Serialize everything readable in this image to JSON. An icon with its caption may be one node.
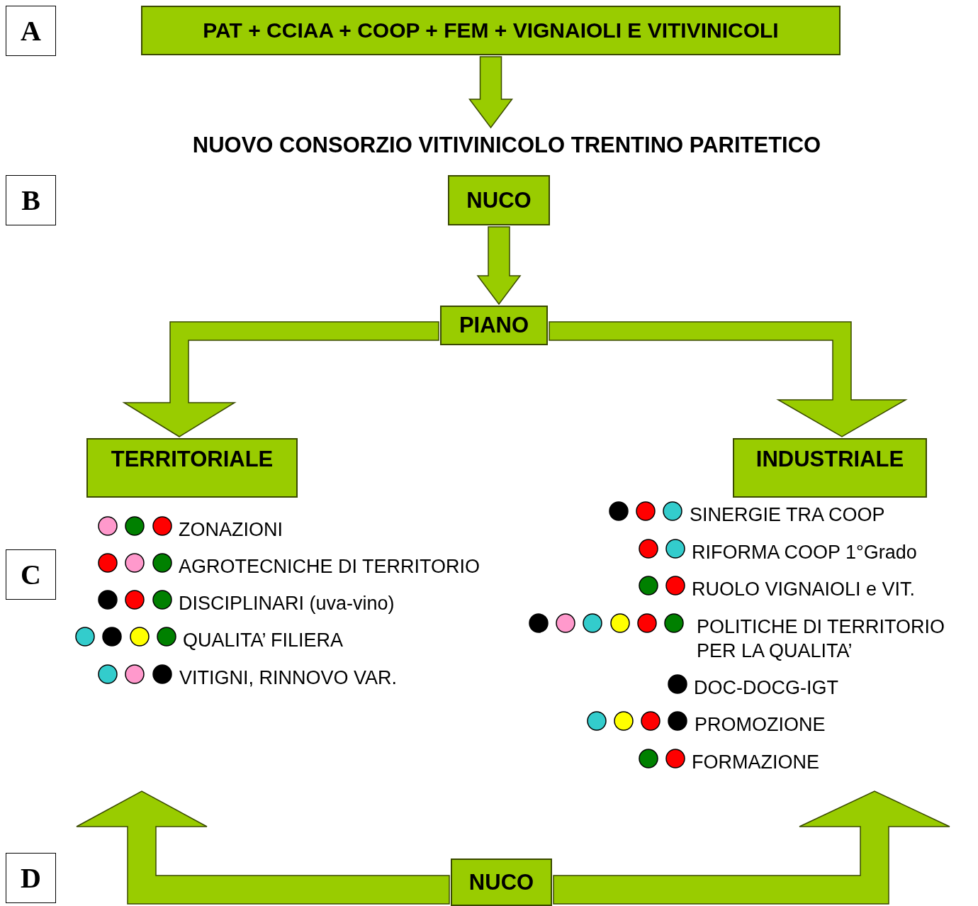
{
  "diagram": {
    "nodes": [
      {
        "text": [
          "A"
        ]
      },
      {
        "text": [
          "PAT + CCIAA + COOP + FEM + VIGNAIOLI E VITIVINICOLI"
        ]
      },
      {
        "text": [
          "NUOVO CONSORZIO VITIVINICOLO TRENTINO PARITETICO"
        ]
      },
      {
        "text": [
          "B"
        ]
      },
      {
        "text": [
          "NUCO"
        ]
      },
      {
        "text": [
          "PIANO"
        ]
      },
      {
        "text": [
          "TERRITORIALE"
        ]
      },
      {
        "text": [
          "INDUSTRIALE"
        ]
      },
      {
        "text": [
          "C"
        ]
      },
      {
        "text": [
          "D"
        ]
      },
      {
        "text": [
          "NUCO"
        ]
      }
    ],
    "edges": [
      {
        "from": 1,
        "to": 2,
        "arrow": "to"
      },
      {
        "from": 4,
        "to": 5,
        "arrow": "to"
      },
      {
        "from": 5,
        "to": 6,
        "arrow": "to"
      },
      {
        "from": 5,
        "to": 7,
        "arrow": "to"
      },
      {
        "from": 10,
        "to": null,
        "arrow": "to"
      },
      {
        "from": 10,
        "to": null,
        "arrow": "to"
      }
    ],
    "labels": [
      "ZONAZIONI",
      "AGROTECNICHE DI TERRITORIO",
      "DISCIPLINARI (uva-vino)",
      "QUALITA’ FILIERA",
      "VITIGNI, RINNOVO VAR.",
      "SINERGIE TRA COOP",
      "RIFORMA COOP 1°Grado",
      "RUOLO VIGNAIOLI e VIT.",
      "POLITICHE DI TERRITORIO PER LA QUALITA’",
      "DOC-DOCG-IGT",
      "PROMOZIONE",
      "FORMAZIONE"
    ]
  }
}
